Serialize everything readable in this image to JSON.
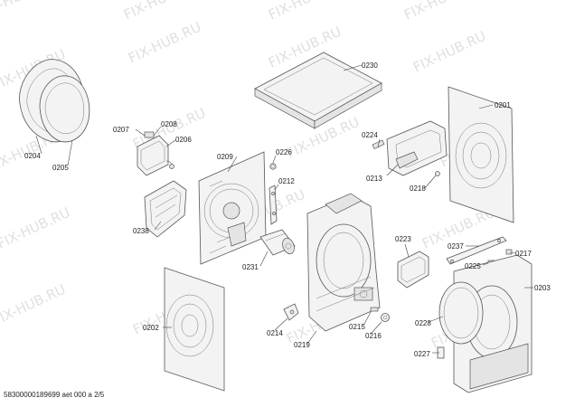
{
  "watermark": "FIX-HUB.RU",
  "footer": "58300000189699 aet 000 a 2/5",
  "parts": {
    "p0204": "0204",
    "p0205": "0205",
    "p0207": "0207",
    "p0208": "0208",
    "p0206": "0206",
    "p0209": "0209",
    "p0226": "0226",
    "p0212": "0212",
    "p0238": "0238",
    "p0230": "0230",
    "p0224": "0224",
    "p0213": "0213",
    "p0218": "0218",
    "p0201": "0201",
    "p0223": "0223",
    "p0237": "0237",
    "p0217": "0217",
    "p0225": "0225",
    "p0231": "0231",
    "p0202": "0202",
    "p0203": "0203",
    "p0214": "0214",
    "p0219": "0219",
    "p0215": "0215",
    "p0216": "0216",
    "p0228": "0228",
    "p0227": "0227"
  }
}
